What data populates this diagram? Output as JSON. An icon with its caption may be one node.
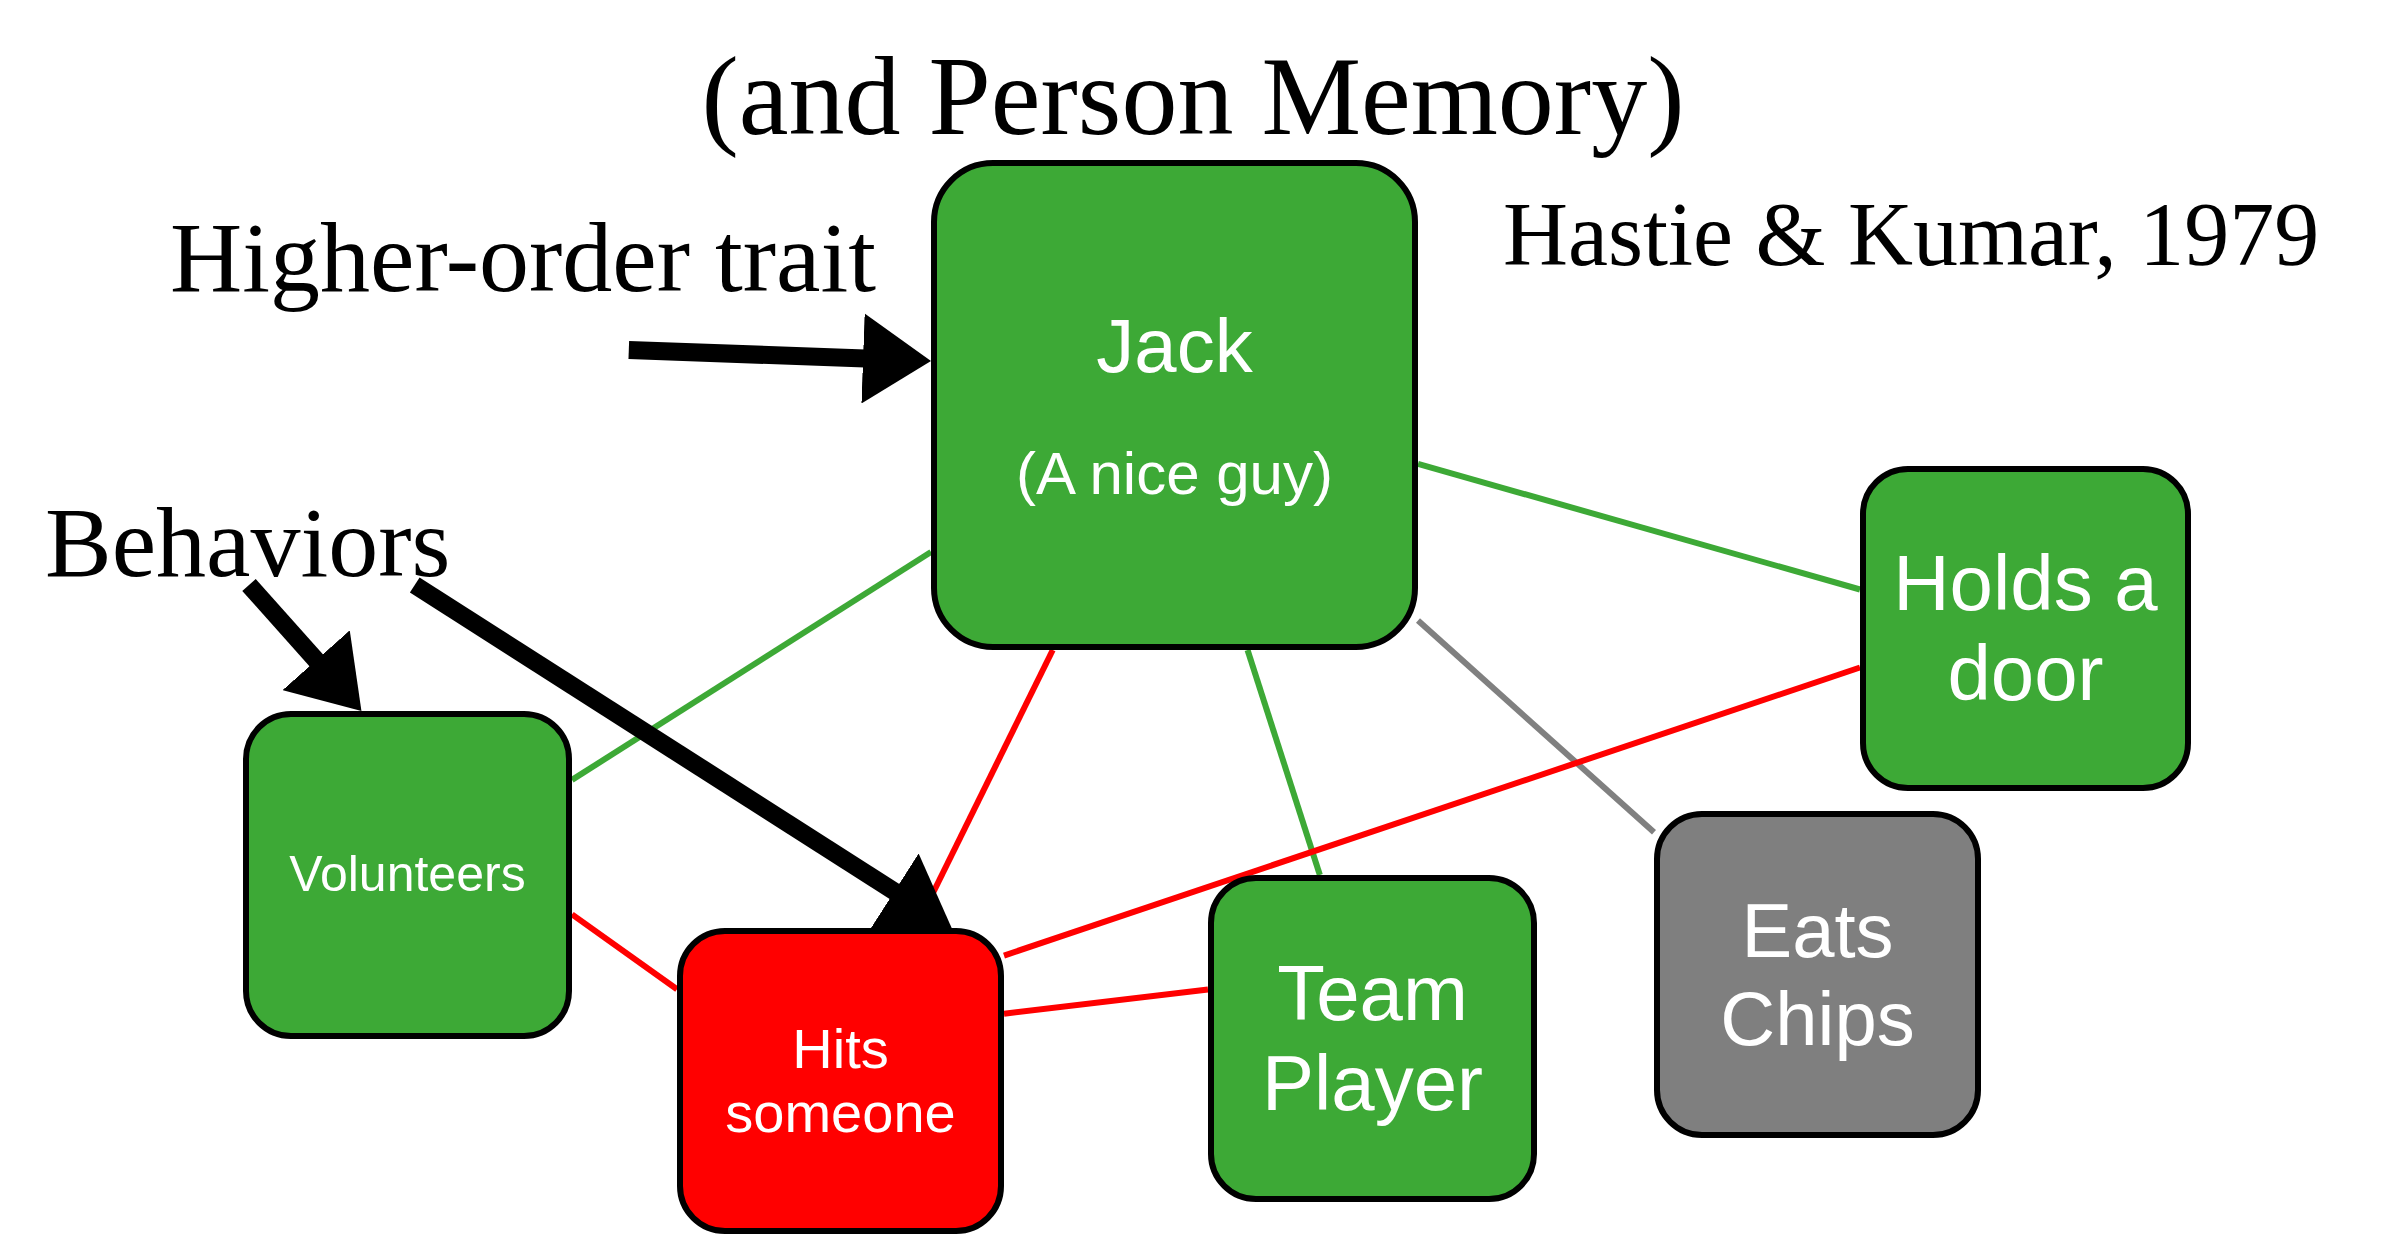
{
  "diagram": {
    "title": "(and Person Memory)",
    "nodes": [
      {
        "text": [
          "Higher-order trait"
        ]
      },
      {
        "text": [
          "Jack",
          "(A nice guy)"
        ]
      },
      {
        "text": [
          "Behaviors"
        ]
      },
      {
        "text": [
          "Holds a door"
        ]
      },
      {
        "text": [
          "Volunteers"
        ]
      },
      {
        "text": [
          "Hits someone"
        ]
      },
      {
        "text": [
          "Team Player"
        ]
      },
      {
        "text": [
          "Eats Chips"
        ]
      }
    ],
    "edges": [
      {
        "from": 1,
        "to": 4,
        "arrow": "none",
        "color": "#3da936"
      },
      {
        "from": 1,
        "to": 3,
        "arrow": "none",
        "color": "#3da936"
      },
      {
        "from": 1,
        "to": 6,
        "arrow": "none",
        "color": "#3da936"
      },
      {
        "from": 1,
        "to": 7,
        "arrow": "none",
        "color": "#808080"
      },
      {
        "from": 1,
        "to": 5,
        "arrow": "none",
        "color": "#ff0000"
      },
      {
        "from": 4,
        "to": 5,
        "arrow": "none",
        "color": "#ff0000"
      },
      {
        "from": 5,
        "to": 3,
        "arrow": "none",
        "color": "#ff0000"
      },
      {
        "from": 5,
        "to": 6,
        "arrow": "none",
        "color": "#ff0000"
      },
      {
        "from": 0,
        "to": 1,
        "arrow": "to",
        "style": "thick",
        "color": "#000000"
      },
      {
        "from": 2,
        "to": 4,
        "arrow": "to",
        "style": "thick",
        "color": "#000000"
      },
      {
        "from": 2,
        "to": 5,
        "arrow": "to",
        "style": "thick",
        "color": "#000000"
      }
    ],
    "labels": [
      "Hastie & Kumar, 1979"
    ]
  }
}
